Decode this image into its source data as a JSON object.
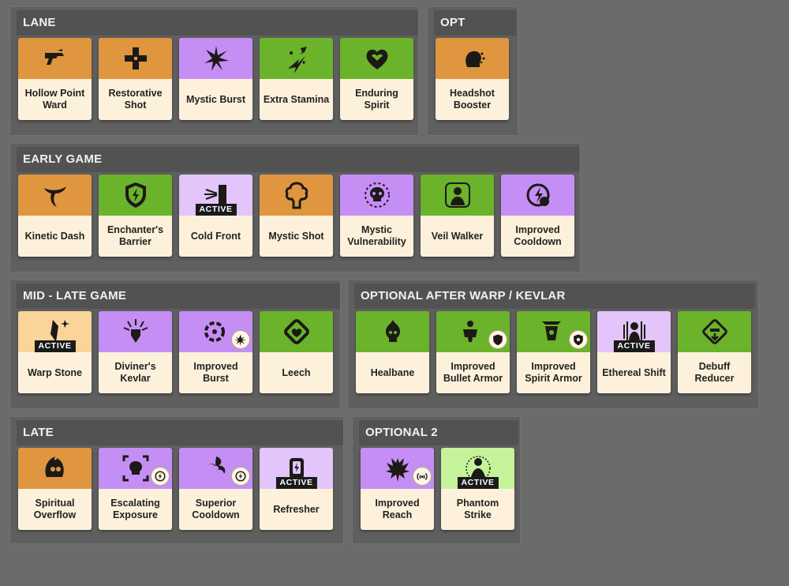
{
  "sections": [
    {
      "id": "lane",
      "title": "LANE",
      "items": [
        {
          "label": "Hollow Point\nWard",
          "color": "orange",
          "icon": "pistol-icon"
        },
        {
          "label": "Restorative\nShot",
          "color": "orange",
          "icon": "medical-cross-icon"
        },
        {
          "label": "Mystic Burst",
          "color": "purple",
          "icon": "spark-burst-icon"
        },
        {
          "label": "Extra Stamina",
          "color": "green",
          "icon": "stamina-dash-icon"
        },
        {
          "label": "Enduring\nSpirit",
          "color": "green",
          "icon": "heart-wings-icon"
        }
      ]
    },
    {
      "id": "opt",
      "title": "OPT",
      "items": [
        {
          "label": "Headshot\nBooster",
          "color": "orange",
          "icon": "headshot-icon"
        }
      ]
    },
    {
      "id": "early",
      "title": "EARLY GAME",
      "items": [
        {
          "label": "Kinetic Dash",
          "color": "orange",
          "icon": "scarf-icon"
        },
        {
          "label": "Enchanter's\nBarrier",
          "color": "green",
          "icon": "shield-bolt-icon"
        },
        {
          "label": "Cold Front",
          "color": "purple-light",
          "icon": "cold-front-icon",
          "active": "ACTIVE"
        },
        {
          "label": "Mystic Shot",
          "color": "orange",
          "icon": "explosion-icon"
        },
        {
          "label": "Mystic\nVulnerability",
          "color": "purple",
          "icon": "skull-ring-icon"
        },
        {
          "label": "Veil Walker",
          "color": "green",
          "icon": "veil-figure-icon"
        },
        {
          "label": "Improved\nCooldown",
          "color": "purple",
          "icon": "cooldown-icon"
        }
      ]
    },
    {
      "id": "mid",
      "title": "MID - LATE GAME",
      "items": [
        {
          "label": "Warp Stone",
          "color": "orange-light",
          "icon": "crystal-icon",
          "active": "ACTIVE"
        },
        {
          "label": "Diviner's\nKevlar",
          "color": "purple",
          "icon": "diviner-icon"
        },
        {
          "label": "Improved\nBurst",
          "color": "purple",
          "icon": "burst-ring-icon",
          "badge": "spark-badge-icon"
        },
        {
          "label": "Leech",
          "color": "green",
          "icon": "leech-icon"
        }
      ]
    },
    {
      "id": "warp",
      "title": "OPTIONAL AFTER WARP / KEVLAR",
      "items": [
        {
          "label": "Healbane",
          "color": "green",
          "icon": "healbane-skull-icon"
        },
        {
          "label": "Improved\nBullet Armor",
          "color": "green",
          "icon": "bullet-armor-icon",
          "badge": "armor-badge-icon"
        },
        {
          "label": "Improved\nSpirit Armor",
          "color": "green",
          "icon": "spirit-armor-icon",
          "badge": "shield-badge-icon"
        },
        {
          "label": "Ethereal Shift",
          "color": "purple-light",
          "icon": "ethereal-figure-icon",
          "active": "ACTIVE"
        },
        {
          "label": "Debuff\nReducer",
          "color": "green",
          "icon": "debuff-reducer-icon"
        }
      ]
    },
    {
      "id": "late",
      "title": "LATE",
      "items": [
        {
          "label": "Spiritual\nOverflow",
          "color": "orange",
          "icon": "flaming-skull-icon"
        },
        {
          "label": "Escalating\nExposure",
          "color": "purple",
          "icon": "target-skull-icon",
          "badge": "cooldown-badge-icon"
        },
        {
          "label": "Superior\nCooldown",
          "color": "purple",
          "icon": "swirl-icon",
          "badge": "cooldown-badge-icon"
        },
        {
          "label": "Refresher",
          "color": "purple-light",
          "icon": "refresher-icon",
          "active": "ACTIVE"
        }
      ]
    },
    {
      "id": "opt2",
      "title": "OPTIONAL 2",
      "items": [
        {
          "label": "Improved\nReach",
          "color": "purple",
          "icon": "reach-wings-icon",
          "badge": "signal-badge-icon"
        },
        {
          "label": "Phantom\nStrike",
          "color": "green-light",
          "icon": "phantom-icon",
          "active": "ACTIVE"
        }
      ]
    }
  ]
}
